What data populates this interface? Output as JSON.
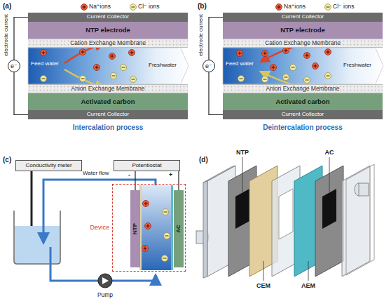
{
  "diagram": {
    "nodes": [
      {
        "text": [
          "Current Collector"
        ]
      },
      {
        "text": [
          "NTP electrode"
        ]
      },
      {
        "text": [
          "Cation Exchange Membrane"
        ]
      },
      {
        "text": [
          "Anion Exchange Membrane"
        ]
      },
      {
        "text": [
          "Activated carbon"
        ]
      },
      {
        "text": [
          "Current Collector"
        ]
      },
      {
        "text": [
          "Current Collector"
        ]
      },
      {
        "text": [
          "NTP electrode"
        ]
      },
      {
        "text": [
          "Cation Exchange Membrane"
        ]
      },
      {
        "text": [
          "Anion Exchange Membrane"
        ]
      },
      {
        "text": [
          "Activated carbon"
        ]
      },
      {
        "text": [
          "Current Collector"
        ]
      },
      {
        "text": [
          "Conductivity meter"
        ]
      },
      {
        "text": [
          "Potentiostat"
        ]
      },
      {
        "text": [
          "Device"
        ]
      },
      {
        "text": [
          "NTP"
        ],
        "in": 14
      },
      {
        "text": [
          "AC"
        ],
        "in": 14
      }
    ],
    "edges": [
      {
        "from": 0,
        "to": 5,
        "arrow": "none",
        "label": "e⁻"
      },
      {
        "from": 6,
        "to": 11,
        "arrow": "none",
        "label": "e⁻"
      },
      {
        "from": 13,
        "to": 15,
        "arrow": "none"
      },
      {
        "from": 13,
        "to": 16,
        "arrow": "none"
      }
    ],
    "labels": [
      "(a)",
      "Feed water",
      "Freshwater",
      "electrode current",
      "Intercalation process",
      "(b)",
      "Feed water",
      "Freshwater",
      "electrode current",
      "Deintercalation process",
      "(c)",
      "-",
      "+",
      "Water flow",
      "Pump",
      "(d)",
      "NTP",
      "AC",
      "CEM",
      "AEM"
    ],
    "legend": [
      {
        "text": "Na⁺ions"
      },
      {
        "text": "Cl⁻ ions"
      },
      {
        "text": "Na⁺ions"
      },
      {
        "text": "Cl⁻ ions"
      }
    ]
  }
}
